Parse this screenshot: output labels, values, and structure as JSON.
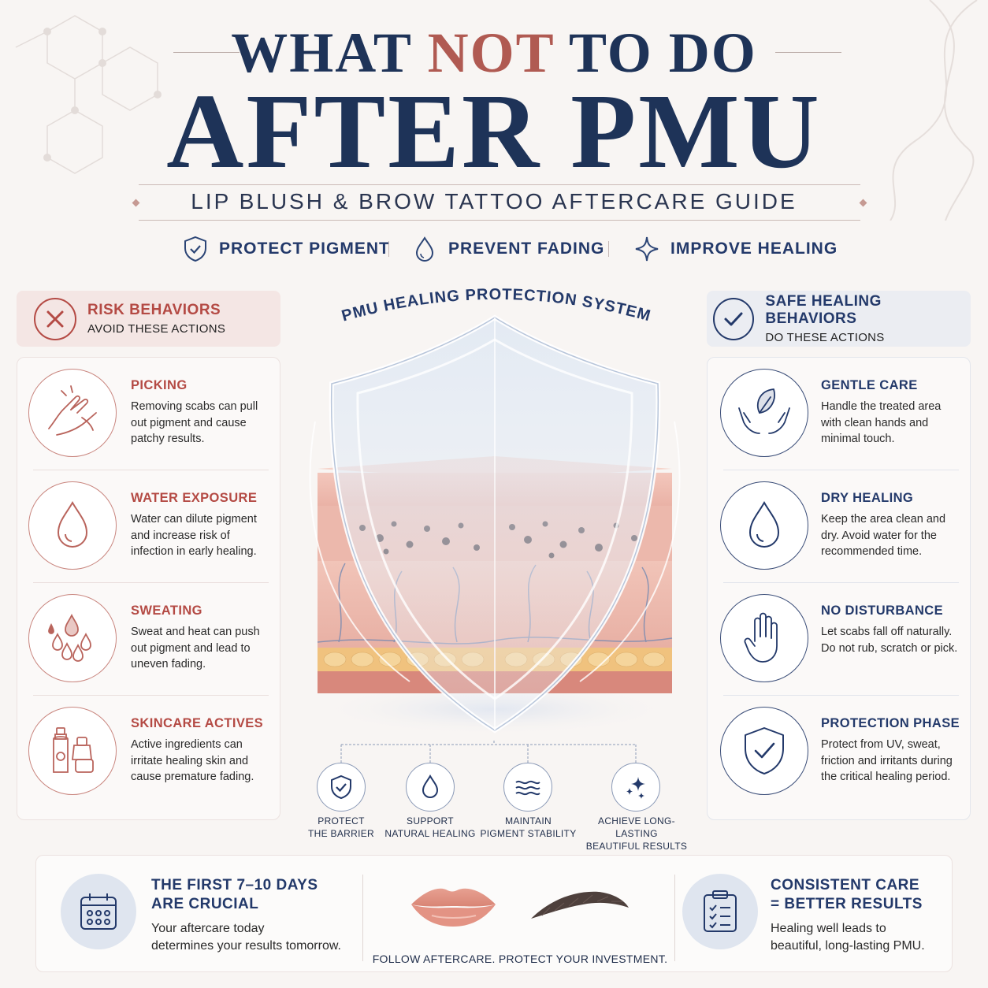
{
  "header": {
    "title_pre": "WHAT ",
    "title_accent": "NOT",
    "title_post": " TO DO",
    "title_main": "AFTER PMU",
    "subtitle": "LIP BLUSH & BROW TATTOO AFTERCARE GUIDE",
    "benefits": [
      {
        "label": "PROTECT PIGMENT",
        "icon": "shield-check-icon"
      },
      {
        "label": "PREVENT FADING",
        "icon": "droplet-icon"
      },
      {
        "label": "IMPROVE HEALING",
        "icon": "sparkle-icon"
      }
    ]
  },
  "risk": {
    "title": "RISK BEHAVIORS",
    "subtitle": "AVOID THESE ACTIONS",
    "icon": "x-circle-icon",
    "items": [
      {
        "title": "PICKING",
        "text": "Removing scabs can pull out pigment and cause patchy results.",
        "icon": "picking-hands-icon"
      },
      {
        "title": "WATER EXPOSURE",
        "text": "Water can dilute pigment and increase risk of infection in early healing.",
        "icon": "water-drop-icon"
      },
      {
        "title": "SWEATING",
        "text": "Sweat and heat can push out pigment and lead to uneven fading.",
        "icon": "sweat-drops-icon"
      },
      {
        "title": "SKINCARE ACTIVES",
        "text": "Active ingredients can irritate healing skin and cause premature fading.",
        "icon": "skincare-bottles-icon"
      }
    ]
  },
  "safe": {
    "title": "SAFE HEALING BEHAVIORS",
    "subtitle": "DO THESE ACTIONS",
    "icon": "check-circle-icon",
    "items": [
      {
        "title": "GENTLE CARE",
        "text": "Handle the treated area with clean hands and minimal touch.",
        "icon": "leaf-hands-icon"
      },
      {
        "title": "DRY HEALING",
        "text": "Keep the area clean and dry. Avoid water for the recommended time.",
        "icon": "drop-outline-icon"
      },
      {
        "title": "NO DISTURBANCE",
        "text": "Let scabs fall off naturally. Do not rub, scratch or pick.",
        "icon": "stop-hand-icon"
      },
      {
        "title": "PROTECTION PHASE",
        "text": "Protect from UV, sweat, friction and irritants during the critical healing period.",
        "icon": "shield-check-icon"
      }
    ]
  },
  "center": {
    "system_title": "PMU HEALING PROTECTION SYSTEM",
    "pillars": [
      {
        "line1": "PROTECT",
        "line2": "THE BARRIER",
        "icon": "shield-check-icon"
      },
      {
        "line1": "SUPPORT",
        "line2": "NATURAL HEALING",
        "icon": "droplet-icon"
      },
      {
        "line1": "MAINTAIN",
        "line2": "PIGMENT STABILITY",
        "icon": "waves-icon"
      },
      {
        "line1": "ACHIEVE LONG-LASTING",
        "line2": "BEAUTIFUL RESULTS",
        "icon": "sparkles-icon"
      }
    ]
  },
  "footer": {
    "left_title_1": "THE FIRST 7–10 DAYS",
    "left_title_2": "ARE CRUCIAL",
    "left_text_1": "Your aftercare today",
    "left_text_2": "determines your results tomorrow.",
    "center_text": "FOLLOW AFTERCARE. PROTECT YOUR INVESTMENT.",
    "right_title_1": "CONSISTENT CARE",
    "right_title_2": "= BETTER RESULTS",
    "right_text_1": "Healing well leads to",
    "right_text_2": "beautiful, long-lasting PMU."
  },
  "colors": {
    "navy": "#1e3358",
    "accent_red": "#b05a52",
    "risk_bg": "#f4e6e4",
    "safe_bg": "#ebedf2"
  }
}
